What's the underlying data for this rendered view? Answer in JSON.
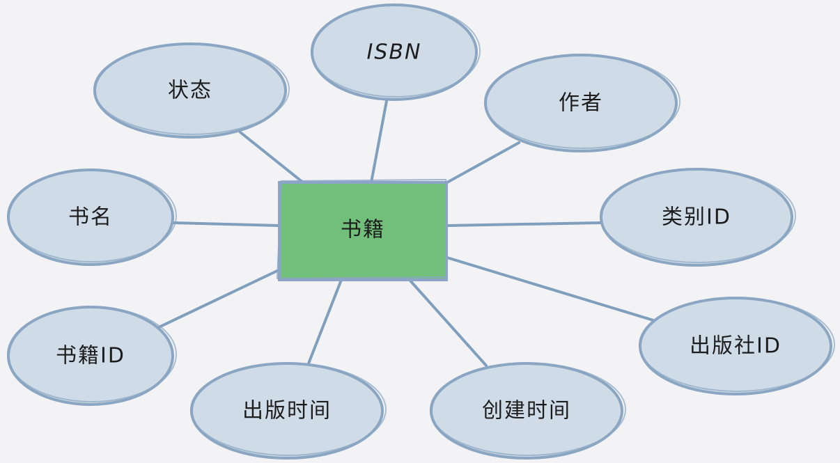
{
  "entity": {
    "label": "书籍"
  },
  "attributes": [
    {
      "key": "isbn",
      "label": "ISBN"
    },
    {
      "key": "status",
      "label": "状态"
    },
    {
      "key": "author",
      "label": "作者"
    },
    {
      "key": "book-name",
      "label": "书名"
    },
    {
      "key": "category-id",
      "label": "类别ID"
    },
    {
      "key": "book-id",
      "label": "书籍ID"
    },
    {
      "key": "publisher-id",
      "label": "出版社ID"
    },
    {
      "key": "publish-time",
      "label": "出版时间"
    },
    {
      "key": "create-time",
      "label": "创建时间"
    }
  ],
  "colors": {
    "background": "#f3f3f6",
    "entity_fill": "#72bf7c",
    "attribute_fill": "#cfdce8",
    "outline": "#8aa6c2",
    "connector": "#7f9fbd"
  }
}
